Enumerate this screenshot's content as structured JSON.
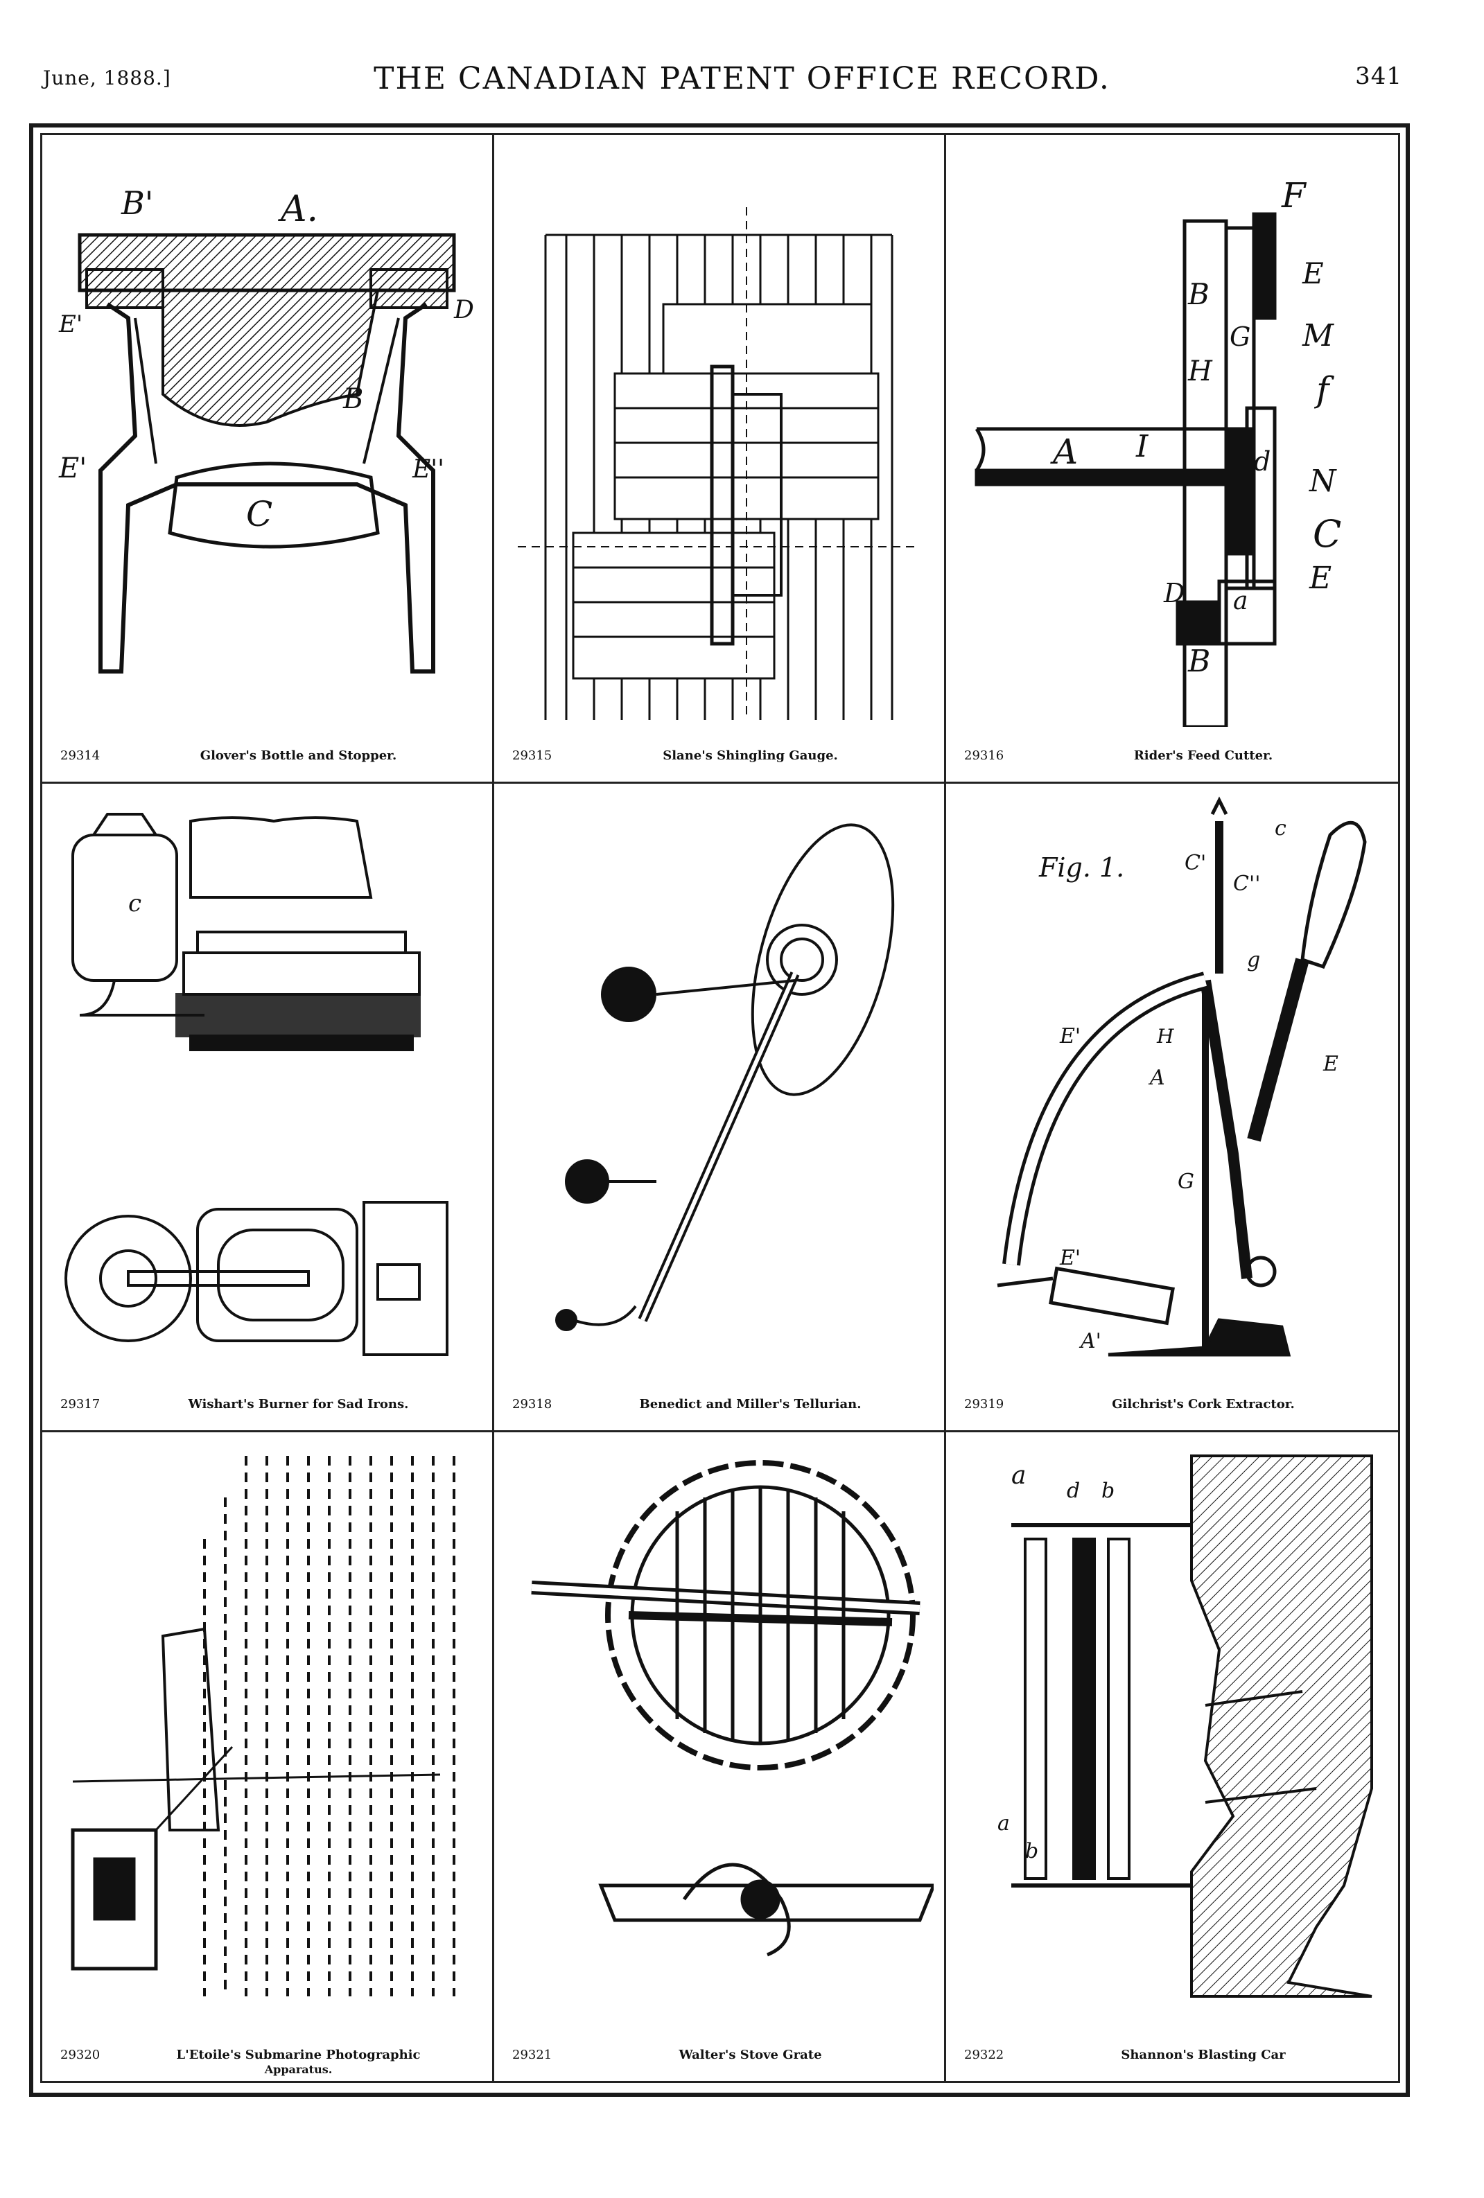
{
  "header": {
    "date": "June, 1888.]",
    "title": "THE CANADIAN PATENT OFFICE RECORD.",
    "page": "341"
  },
  "figures": [
    {
      "number": "29314",
      "caption": "Glover's Bottle and Stopper.",
      "labels": [
        "B'",
        "A.",
        "D",
        "E'",
        "E'",
        "E''",
        "B",
        "C"
      ]
    },
    {
      "number": "29315",
      "caption": "Slane's Shingling Gauge.",
      "labels": []
    },
    {
      "number": "29316",
      "caption": "Rider's Feed Cutter.",
      "labels": [
        "F",
        "E",
        "B",
        "G",
        "M",
        "H",
        "f",
        "A",
        "I",
        "d",
        "N",
        "C",
        "D",
        "a",
        "E",
        "B"
      ]
    },
    {
      "number": "29317",
      "caption": "Wishart's Burner for Sad Irons.",
      "labels": [
        "c"
      ]
    },
    {
      "number": "29318",
      "caption": "Benedict and Miller's Tellurian.",
      "labels": []
    },
    {
      "number": "29319",
      "caption": "Gilchrist's Cork Extractor.",
      "labels": [
        "Fig. 1.",
        "C'",
        "C''",
        "c",
        "g",
        "H",
        "E",
        "E'",
        "A",
        "G",
        "E'",
        "A'"
      ]
    },
    {
      "number": "29320",
      "caption": "L'Etoile's Submarine Photographic",
      "caption_line2": "Apparatus.",
      "labels": []
    },
    {
      "number": "29321",
      "caption": "Walter's Stove Grate",
      "labels": []
    },
    {
      "number": "29322",
      "caption": "Shannon's Blasting Car",
      "labels": [
        "a",
        "d",
        "b",
        "a",
        "b"
      ]
    }
  ]
}
